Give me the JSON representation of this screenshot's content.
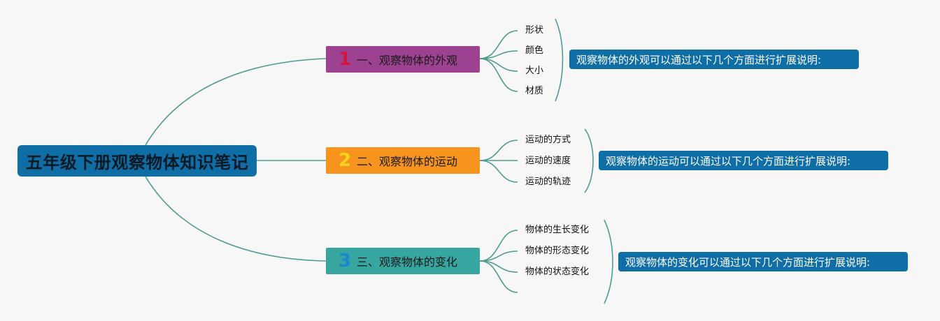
{
  "root": {
    "title": "五年级下册观察物体知识笔记"
  },
  "branches": [
    {
      "number": "1",
      "label": "一、观察物体的外观",
      "leaves": [
        "形状",
        "颜色",
        "大小",
        "材质"
      ],
      "note": "观察物体的外观可以通过以下几个方面进行扩展说明:"
    },
    {
      "number": "2",
      "label": "二、观察物体的运动",
      "leaves": [
        "运动的方式",
        "运动的速度",
        "运动的轨迹"
      ],
      "note": "观察物体的运动可以通过以下几个方面进行扩展说明:"
    },
    {
      "number": "3",
      "label": "三、观察物体的变化",
      "leaves": [
        "物体的生长变化",
        "物体的形态变化",
        "物体的状态变化",
        ""
      ],
      "note": "观察物体的变化可以通过以下几个方面进行扩展说明:"
    }
  ],
  "colors": {
    "connector": "#4f9c8e",
    "root_fill": "#0f6ea6",
    "branch1_fill": "#9c4290",
    "branch2_fill": "#f6941d",
    "branch3_fill": "#37a6a0",
    "note_fill": "#0f6ea6"
  }
}
